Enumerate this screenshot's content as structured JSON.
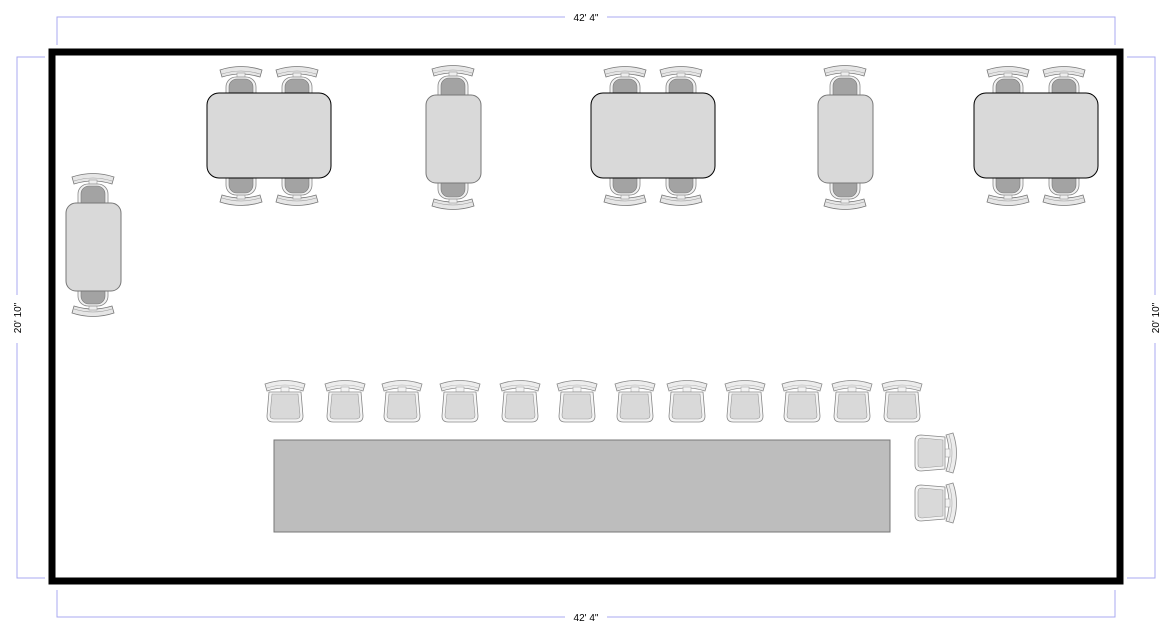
{
  "dimensions": {
    "top": "42' 4\"",
    "bottom": "42' 4\"",
    "left": "20' 10\"",
    "right": "20' 10\""
  },
  "colors": {
    "wall": "#000000",
    "dimension_line": "#a9a9f0",
    "table_fill": "#d9d9d9",
    "bar_fill": "#bdbdbd",
    "seat_dark": "#a3a3a3",
    "seat_light": "#d9d9d9"
  },
  "furniture": {
    "tables_count": 6,
    "bar_counter_count": 1,
    "bar_stools_count": 14
  }
}
